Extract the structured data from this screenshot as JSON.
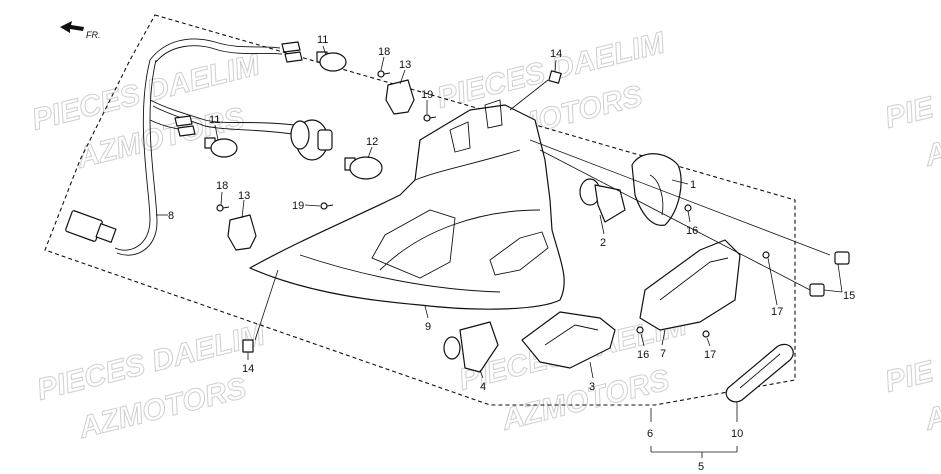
{
  "direction_label": "FR.",
  "watermarks": [
    "PIECES DAELIM",
    "AZMOTORS",
    "PIECES DAELIM",
    "AZMOTORS",
    "PIECES DAELIM",
    "AZMOTORS",
    "PIECES DAELIM",
    "AZMOTORS",
    "PIE",
    "A",
    "PIE",
    "A"
  ],
  "callouts": [
    "11",
    "18",
    "13",
    "14",
    "19",
    "11",
    "12",
    "13",
    "18",
    "19",
    "8",
    "1",
    "2",
    "16",
    "15",
    "17",
    "9",
    "14",
    "4",
    "3",
    "16",
    "7",
    "17",
    "6",
    "10",
    "5"
  ]
}
